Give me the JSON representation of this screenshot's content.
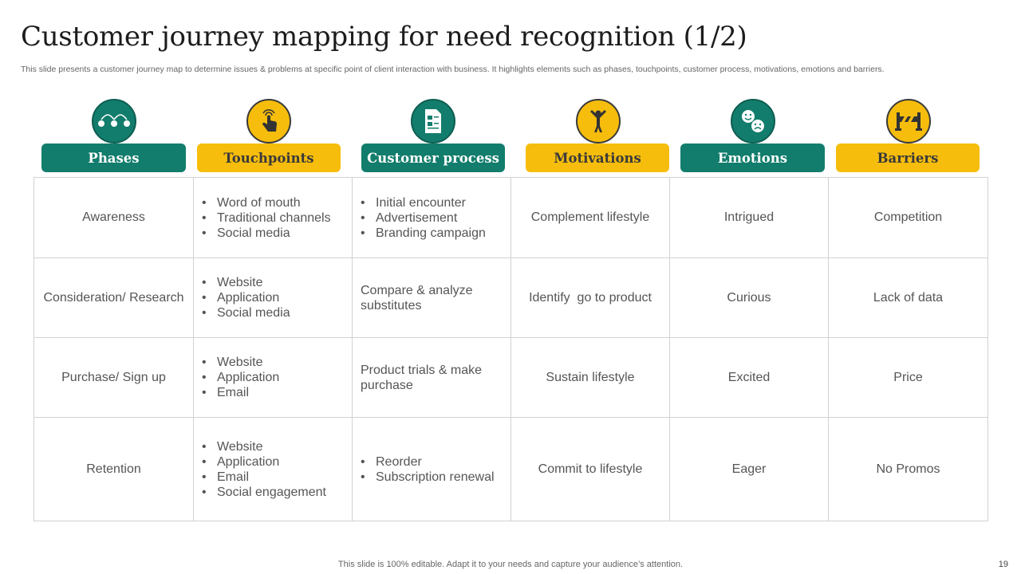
{
  "title": "Customer journey mapping for need recognition (1/2)",
  "subtitle": "This slide presents a customer journey map to determine issues & problems at specific point of client interaction with business. It highlights elements such as phases, touchpoints, customer process, motivations, emotions and barriers.",
  "colors": {
    "teal": "#127d6c",
    "gold": "#f6bd0c"
  },
  "columns": [
    {
      "label": "Phases",
      "icon": "phases-flow-icon",
      "color": "teal"
    },
    {
      "label": "Touchpoints",
      "icon": "touch-hand-icon",
      "color": "gold"
    },
    {
      "label": "Customer process",
      "icon": "process-document-icon",
      "color": "teal"
    },
    {
      "label": "Motivations",
      "icon": "motivation-person-icon",
      "color": "gold"
    },
    {
      "label": "Emotions",
      "icon": "emotions-faces-icon",
      "color": "teal"
    },
    {
      "label": "Barriers",
      "icon": "barrier-icon",
      "color": "gold"
    }
  ],
  "rows": [
    {
      "phase": "Awareness",
      "touchpoints": [
        "Word of mouth",
        "Traditional channels",
        "Social media"
      ],
      "process": [
        "Initial encounter",
        "Advertisement",
        "Branding campaign"
      ],
      "process_text": "",
      "motivation": "Complement lifestyle",
      "emotion": "Intrigued",
      "barrier": "Competition"
    },
    {
      "phase": "Consideration/ Research",
      "touchpoints": [
        "Website",
        "Application",
        "Social media"
      ],
      "process": [],
      "process_text": "Compare & analyze substitutes",
      "motivation": "Identify  go to product",
      "emotion": "Curious",
      "barrier": "Lack of data"
    },
    {
      "phase": "Purchase/ Sign up",
      "touchpoints": [
        "Website",
        "Application",
        "Email"
      ],
      "process": [],
      "process_text": "Product trials & make purchase",
      "motivation": "Sustain lifestyle",
      "emotion": "Excited",
      "barrier": "Price"
    },
    {
      "phase": "Retention",
      "touchpoints": [
        "Website",
        "Application",
        "Email",
        "Social engagement"
      ],
      "process": [
        "Reorder",
        "Subscription renewal"
      ],
      "process_text": "",
      "motivation": "Commit to lifestyle",
      "emotion": "Eager",
      "barrier": "No Promos"
    }
  ],
  "footer": "This slide is 100% editable. Adapt it to your needs and capture your audience’s attention.",
  "page_number": "19"
}
